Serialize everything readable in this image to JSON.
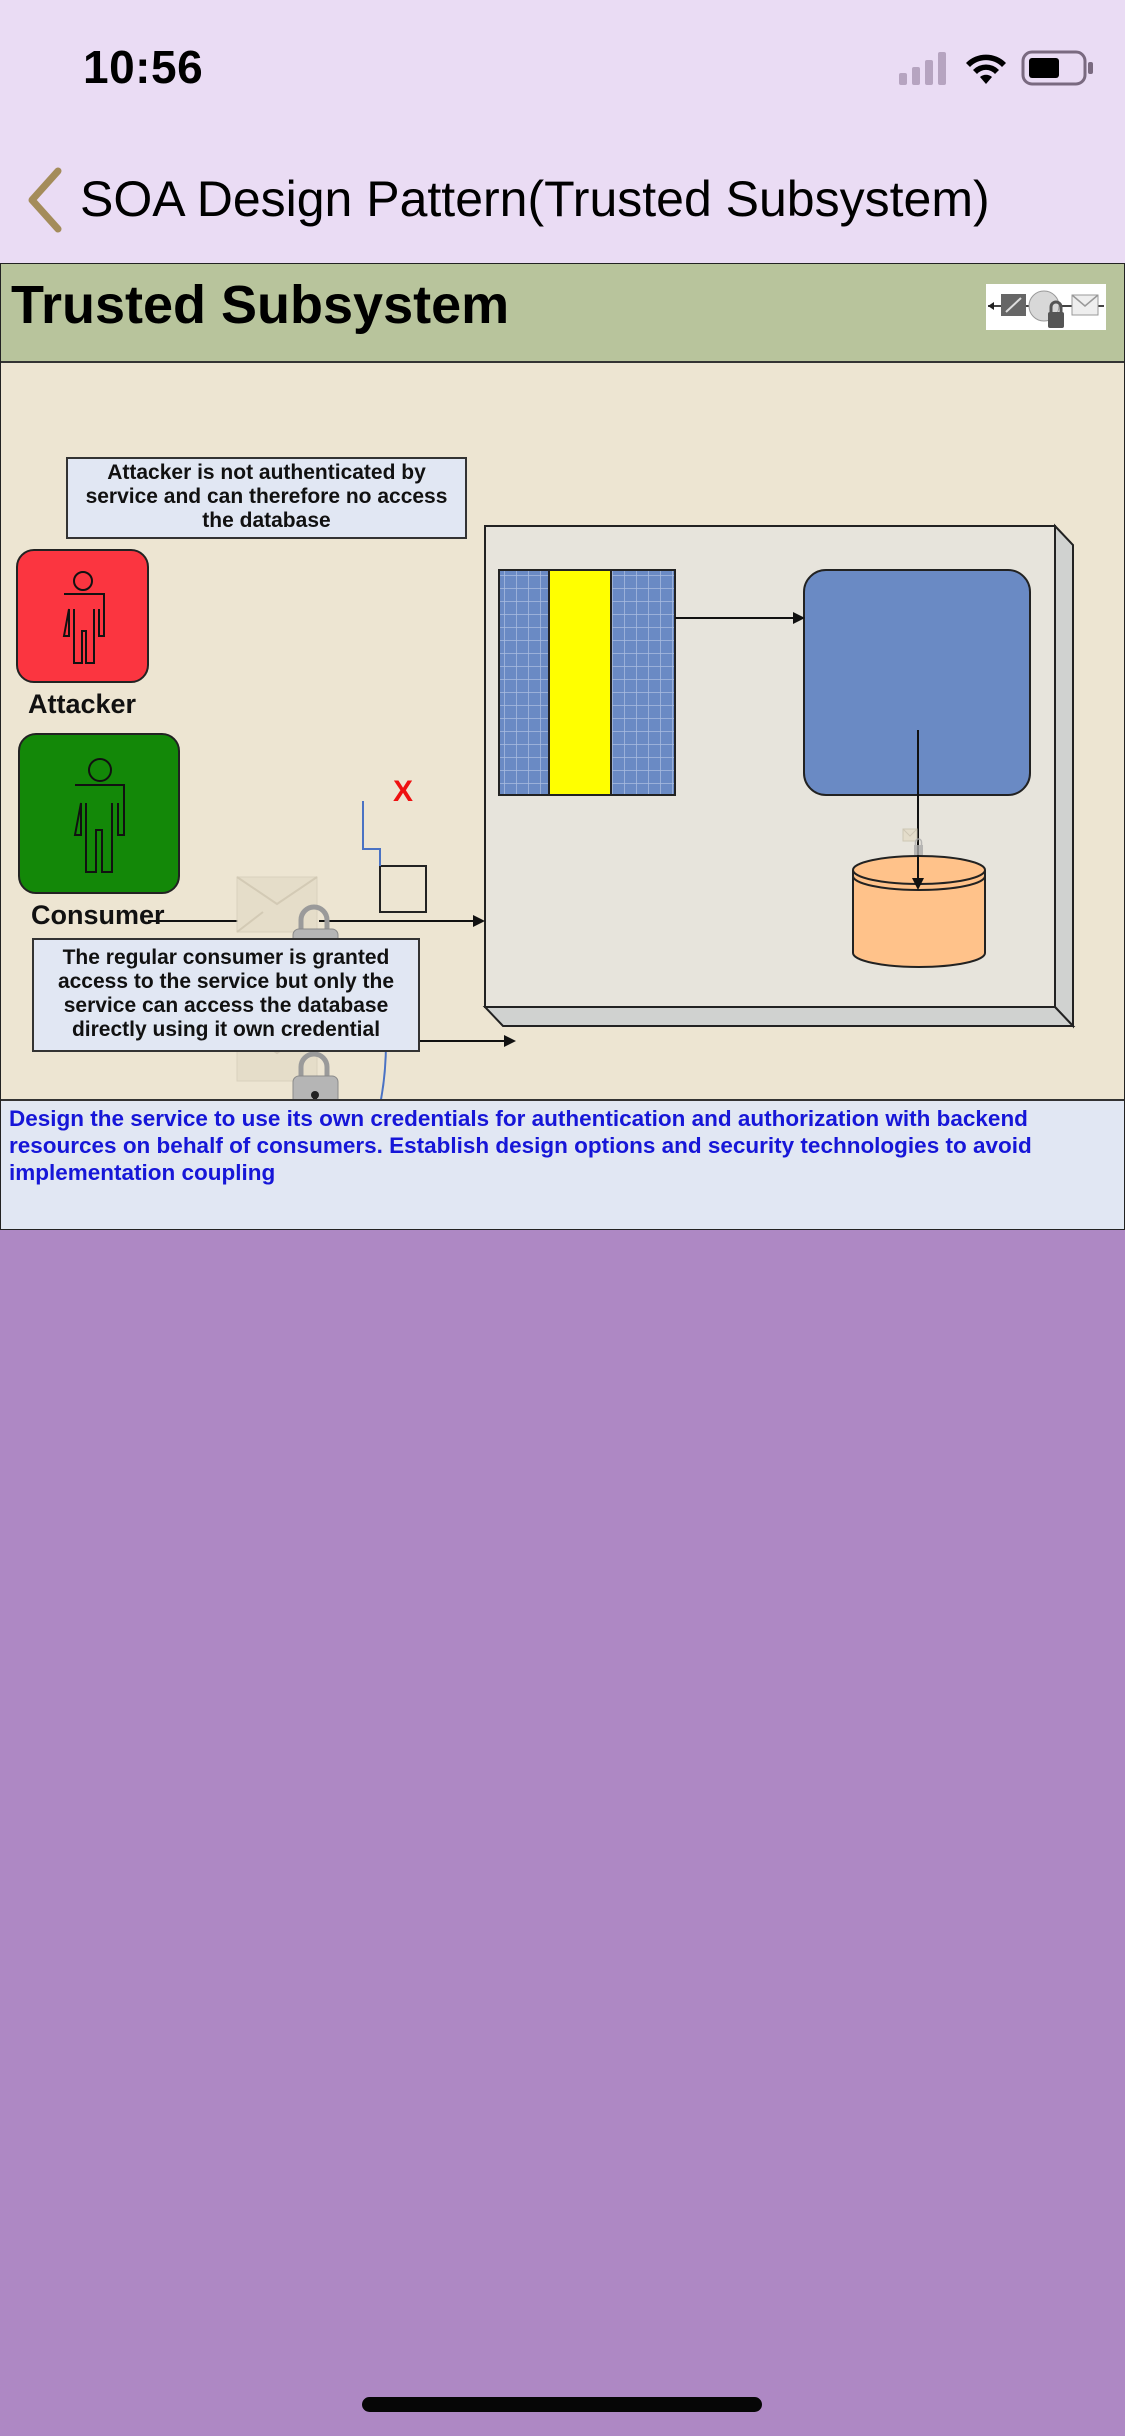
{
  "status_bar": {
    "time": "10:56",
    "icons": [
      "cellular-signal-icon",
      "wifi-icon",
      "battery-icon"
    ]
  },
  "nav": {
    "back_icon": "chevron-left-icon",
    "title": "SOA Design Pattern(Trusted Subsystem)"
  },
  "slide": {
    "title": "Trusted Subsystem",
    "header_icon": "trusted-subsystem-pattern-icon",
    "callouts": {
      "attacker": "Attacker is not authenticated by service and can therefore no access the database",
      "consumer": "The regular consumer is granted access to the service but only the service can access the database directly using it own credential"
    },
    "actors": [
      {
        "label": "Attacker",
        "color": "#fb3540"
      },
      {
        "label": "Consumer",
        "color": "#138808"
      }
    ],
    "blocked_marker": "X",
    "description": "Design the service to use its own credentials for authentication and authorization with backend resources on behalf of consumers. Establish design options and security technologies to avoid implementation coupling"
  },
  "colors": {
    "status_bg": "#eadcf4",
    "page_bg": "#ae88c4",
    "slide_header": "#b8c49c",
    "slide_body": "#ede5d2",
    "service_blue": "#6a8ac4",
    "contract_yellow": "#ffff00",
    "database_orange": "#ffc28a",
    "description_text": "#1616d8"
  }
}
